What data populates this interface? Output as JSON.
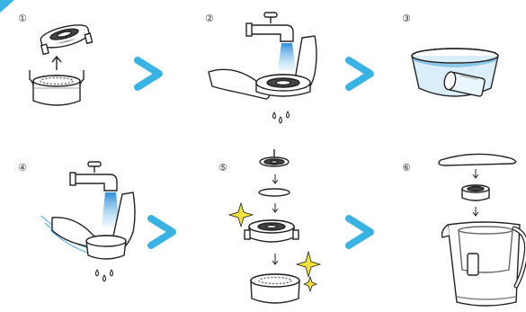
{
  "steps": [
    {
      "number": "①"
    },
    {
      "number": "②"
    },
    {
      "number": "③"
    },
    {
      "number": "④"
    },
    {
      "number": "⑤"
    },
    {
      "number": "⑥"
    }
  ],
  "arrows": [
    "arrow-right",
    "arrow-right",
    "arrow-right",
    "arrow-right"
  ],
  "colors": {
    "arrow": "#39b3e4",
    "water": "#4aa9e0",
    "sparkle": "#f3e23b",
    "corner_triangle": "#39b3e4"
  }
}
